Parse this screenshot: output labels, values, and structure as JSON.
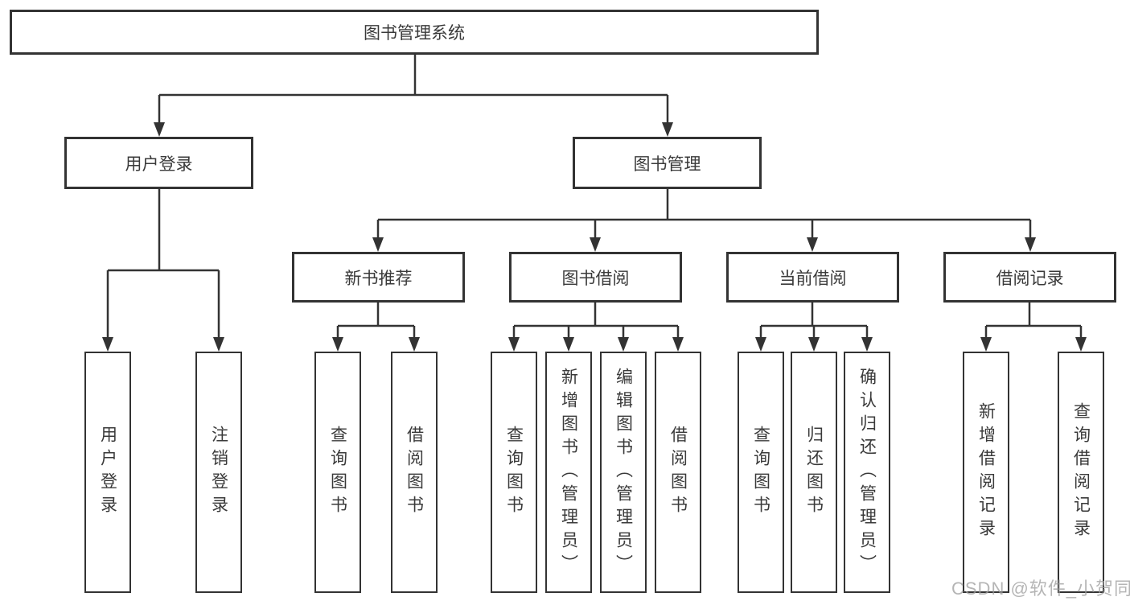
{
  "diagram": {
    "title": "图书管理系统",
    "root": {
      "label": "图书管理系统"
    },
    "level2": {
      "user_login": {
        "label": "用户登录"
      },
      "book_management": {
        "label": "图书管理"
      }
    },
    "level3": {
      "new_book_recommend": {
        "label": "新书推荐"
      },
      "book_borrow": {
        "label": "图书借阅"
      },
      "current_borrow": {
        "label": "当前借阅"
      },
      "borrow_record": {
        "label": "借阅记录"
      }
    },
    "leaves": {
      "user_login": [
        "用户登录",
        "注销登录"
      ],
      "new_book_recommend": [
        "查询图书",
        "借阅图书"
      ],
      "book_borrow": [
        "查询图书",
        "新增图书（管理员）",
        "编辑图书（管理员）",
        "借阅图书"
      ],
      "current_borrow": [
        "查询图书",
        "归还图书",
        "确认归还（管理员）"
      ],
      "borrow_record": [
        "新增借阅记录",
        "查询借阅记录"
      ]
    }
  },
  "watermark": "CSDN @软件_小贺同学",
  "colors": {
    "line": "#333333",
    "box_border": "#333333",
    "background": "#ffffff",
    "text": "#3a3a3a",
    "watermark": "#9d9d9d"
  }
}
